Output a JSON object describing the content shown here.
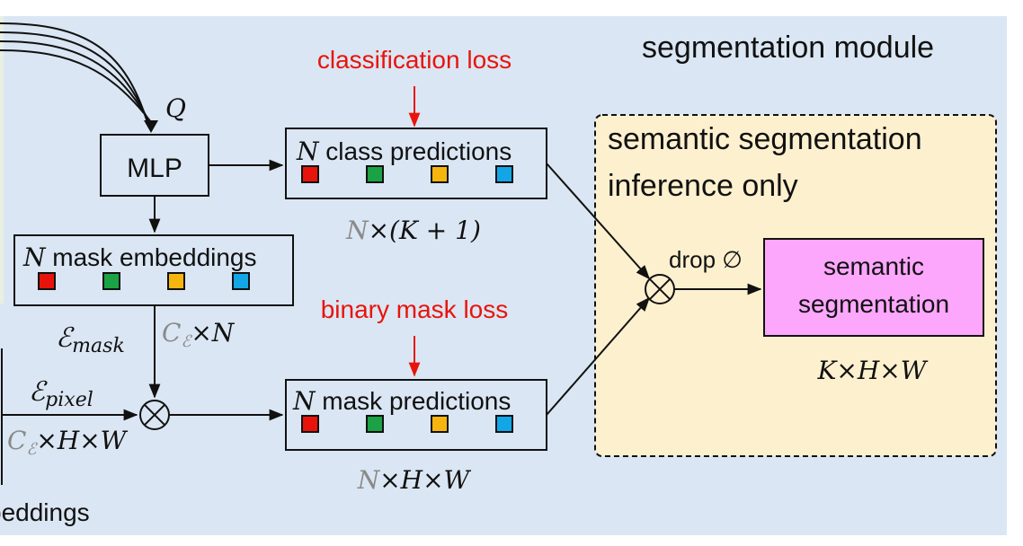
{
  "title": "segmentation module",
  "left_edge_text": "beddings",
  "losses": {
    "classification": "classification loss",
    "mask": "binary mask loss"
  },
  "query_label": "Q",
  "mlp_label": "MLP",
  "class_predictions": {
    "var": "N",
    "label": " class predictions",
    "dim": {
      "N": "N",
      "rest": "×(K + 1)"
    }
  },
  "mask_embeddings": {
    "var": "N",
    "label": " mask embeddings",
    "symbol": {
      "E": "ℰ",
      "sub": "mask"
    },
    "dim": {
      "C": "C",
      "sub": "ℰ",
      "rest": "×N"
    }
  },
  "pixel_embeddings": {
    "symbol": {
      "E": "ℰ",
      "sub": "pixel"
    },
    "dim": {
      "C": "C",
      "sub": "ℰ",
      "rest": "×H×W"
    }
  },
  "mask_predictions": {
    "var": "N",
    "label": " mask predictions",
    "dim": {
      "N": "N",
      "rest": "×H×W"
    }
  },
  "inference_box": {
    "line1": "semantic segmentation",
    "line2": "inference only",
    "drop_label": "drop ∅",
    "output_line1": "semantic",
    "output_line2": "segmentation",
    "output_dim": "K×H×W"
  },
  "operator_symbol": "⊗",
  "colors": {
    "background": "#dae6f3",
    "red": "#e8140c",
    "green": "#1aa245",
    "yellow": "#f5b50e",
    "blue": "#12a6e6",
    "output_fill": "#fca6fc",
    "inference_fill": "#fdf0ce",
    "loss_text": "#e8140c",
    "dim_gray": "#8a8a8a"
  },
  "square_colors": [
    "red",
    "green",
    "yellow",
    "blue"
  ]
}
